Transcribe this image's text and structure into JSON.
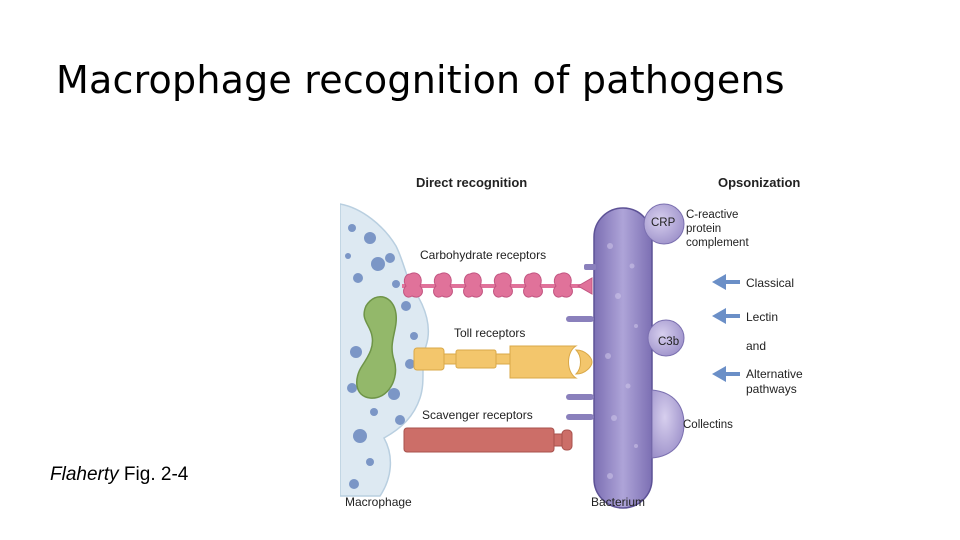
{
  "slide": {
    "title": "Macrophage recognition of pathogens",
    "caption_author": "Flaherty",
    "caption_rest": " Fig. 2-4"
  },
  "figure": {
    "header_direct": "Direct recognition",
    "header_opsonization": "Opsonization",
    "receptor_carbohydrate": "Carbohydrate receptors",
    "receptor_toll": "Toll receptors",
    "receptor_scavenger": "Scavenger receptors",
    "cell_macrophage": "Macrophage",
    "cell_bacterium": "Bacterium",
    "opsonin_crp": "CRP",
    "crp_desc_1": "C-reactive",
    "crp_desc_2": "protein",
    "crp_desc_3": "complement",
    "opsonin_c3b": "C3b",
    "opsonin_collectins": "Collectins",
    "pathway_classical": "Classical",
    "pathway_lectin": "Lectin",
    "pathway_and": "and",
    "pathway_alternative_1": "Alternative",
    "pathway_alternative_2": "pathways",
    "colors": {
      "macrophage_fill": "#dde9f2",
      "nucleus": "#93b86a",
      "granule": "#7b96c6",
      "carbohydrate": "#e0729a",
      "toll": "#f3c66c",
      "scavenger": "#cc6e68",
      "bacterium": "#9387c4",
      "arrow": "#6b8fc7"
    }
  }
}
